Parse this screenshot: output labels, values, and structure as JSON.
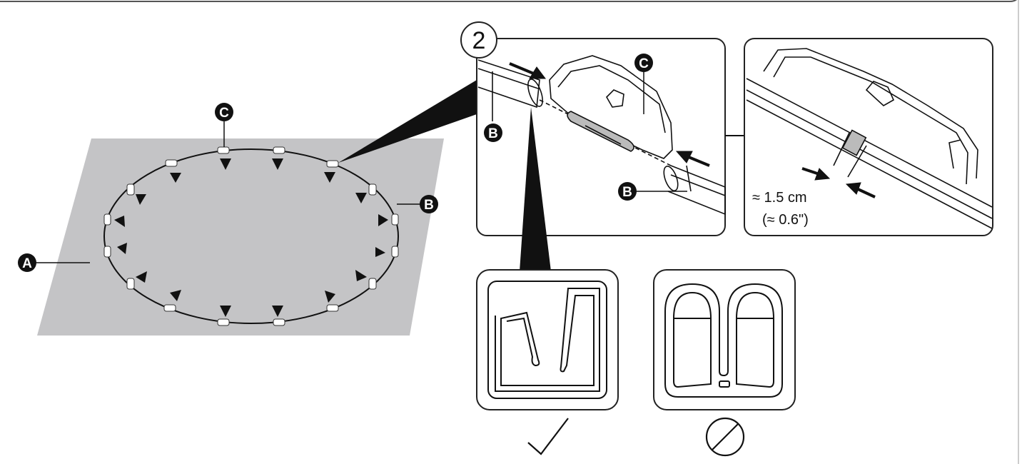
{
  "labels": {
    "a": "A",
    "b": "B",
    "c": "C"
  },
  "step": "2",
  "measurement": {
    "metric": "≈ 1.5 cm",
    "imperial": "(≈ 0.6\")"
  },
  "indicators": {
    "correct": "check-icon",
    "incorrect": "prohibited-icon"
  },
  "colors": {
    "ground": "#c4c4c6",
    "ink": "#111111",
    "frame": "#333333"
  }
}
